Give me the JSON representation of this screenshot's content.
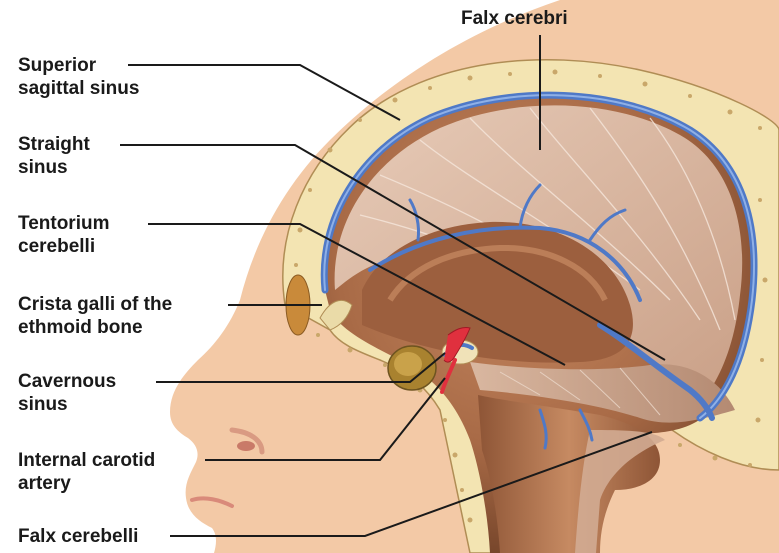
{
  "labels": {
    "falx_cerebri": "Falx cerebri",
    "superior_sagittal_sinus": [
      "Superior",
      "sagittal sinus"
    ],
    "straight_sinus": [
      "Straight",
      "sinus"
    ],
    "tentorium_cerebelli": [
      "Tentorium",
      "cerebelli"
    ],
    "crista_galli": [
      "Crista galli of the",
      "ethmoid bone"
    ],
    "cavernous_sinus": [
      "Cavernous",
      "sinus"
    ],
    "internal_carotid_artery": [
      "Internal carotid",
      "artery"
    ],
    "falx_cerebelli": "Falx cerebelli"
  },
  "colors": {
    "skin": "#f3c9a6",
    "skull_bone": "#f3e4b2",
    "dura_fold": "#d8b49c",
    "brain_cavity": "#a86a46",
    "venous_sinus": "#4f79c7",
    "artery": "#e0303e",
    "leader_line": "#1a1a1a"
  }
}
